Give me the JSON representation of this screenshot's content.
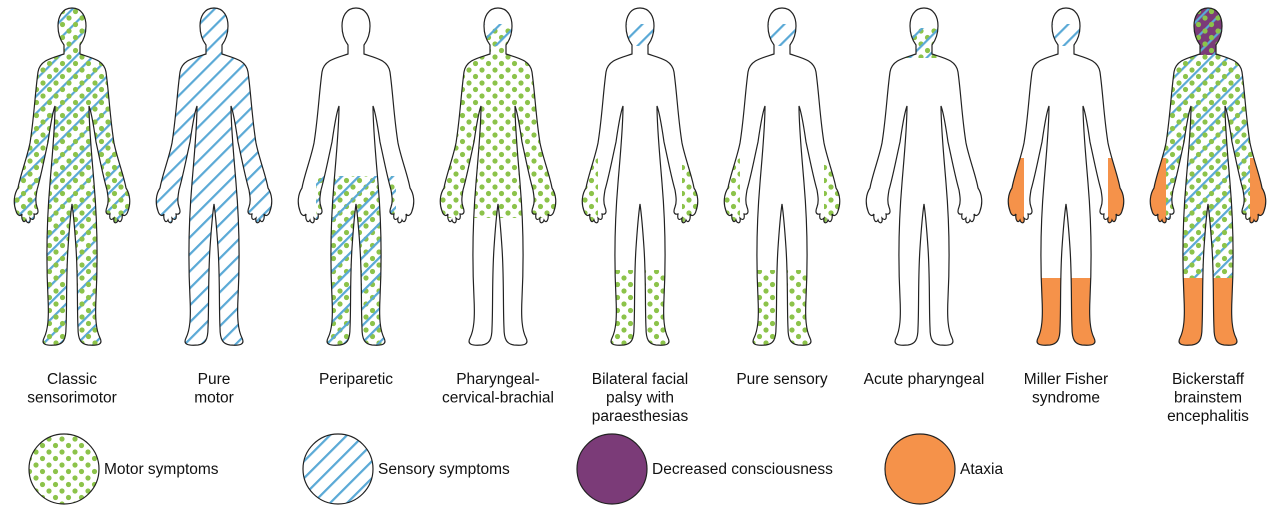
{
  "figures": [
    {
      "id": "classic-sensorimotor",
      "label_lines": [
        "Classic",
        "sensorimotor"
      ],
      "patterns": [
        "sensory-full",
        "motor-full"
      ]
    },
    {
      "id": "pure-motor",
      "label_lines": [
        "Pure",
        "motor"
      ],
      "patterns": [
        "sensory-full"
      ]
    },
    {
      "id": "paraparetic",
      "label_lines": [
        "Periparetic"
      ],
      "patterns": [
        "motor-legs",
        "sensory-legs"
      ]
    },
    {
      "id": "pharyngeal-cervical-brachial",
      "label_lines": [
        "Pharyngeal-",
        "cervical-brachial"
      ],
      "patterns": [
        "motor-upper",
        "sensory-upper"
      ]
    },
    {
      "id": "bilateral-facial-palsy",
      "label_lines": [
        "Bilateral facial",
        "palsy with",
        "paraesthesias"
      ],
      "patterns": [
        "motor-extremities",
        "sensory-face"
      ]
    },
    {
      "id": "pure-sensory",
      "label_lines": [
        "Pure sensory"
      ],
      "patterns": [
        "motor-extremities",
        "sensory-face"
      ]
    },
    {
      "id": "acute-pharyngeal",
      "label_lines": [
        "Acute pharyngeal"
      ],
      "patterns": [
        "motor-throat",
        "sensory-throat"
      ]
    },
    {
      "id": "miller-fisher",
      "label_lines": [
        "Miller Fisher",
        "syndrome"
      ],
      "patterns": [
        "ataxia-limbs",
        "sensory-face"
      ]
    },
    {
      "id": "bickerstaff",
      "label_lines": [
        "Bickerstaff",
        "brainstem",
        "encephalitis"
      ],
      "patterns": [
        "consciousness-head",
        "sensory-full",
        "motor-full",
        "ataxia-limbs"
      ]
    }
  ],
  "legend": [
    {
      "key": "motor",
      "label": "Motor symptoms",
      "pattern": "motor"
    },
    {
      "key": "sensory",
      "label": "Sensory symptoms",
      "pattern": "sensory"
    },
    {
      "key": "consciousness",
      "label": "Decreased consciousness",
      "pattern": "consciousness"
    },
    {
      "key": "ataxia",
      "label": "Ataxia",
      "pattern": "ataxia"
    }
  ],
  "colors": {
    "motor_dot": "#8cc34a",
    "sensory_stripe": "#5aa9d6",
    "consciousness": "#7b3b78",
    "ataxia": "#f5924a",
    "outline": "#222222"
  }
}
